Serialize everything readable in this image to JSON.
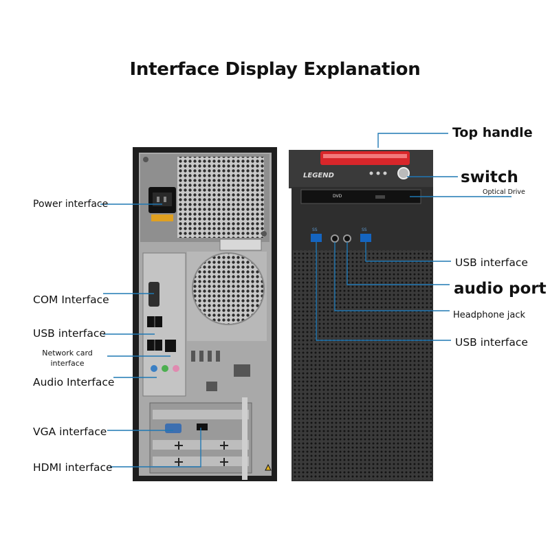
{
  "title": "Interface Display Explanation",
  "rear_labels": {
    "power": "Power interface",
    "com": "COM Interface",
    "usb": "USB interface",
    "network_line1": "Network card",
    "network_line2": "interface",
    "audio": "Audio Interface",
    "vga": "VGA interface",
    "hdmi": "HDMI interface"
  },
  "front_labels": {
    "top_handle": "Top handle",
    "switch": "switch",
    "optical_drive": "Optical Drive",
    "usb_upper": "USB interface",
    "audio_port": "audio port",
    "headphone_jack": "Headphone jack",
    "usb_lower": "USB interface"
  },
  "brand": "LEGEND",
  "drive_logo": "DVD",
  "usb_port_text": "SS",
  "colors": {
    "callout_line": "#1f78b4",
    "case_body": "#2b2b2b",
    "handle_red": "#d8262a",
    "metal": "#b5b5b5"
  }
}
